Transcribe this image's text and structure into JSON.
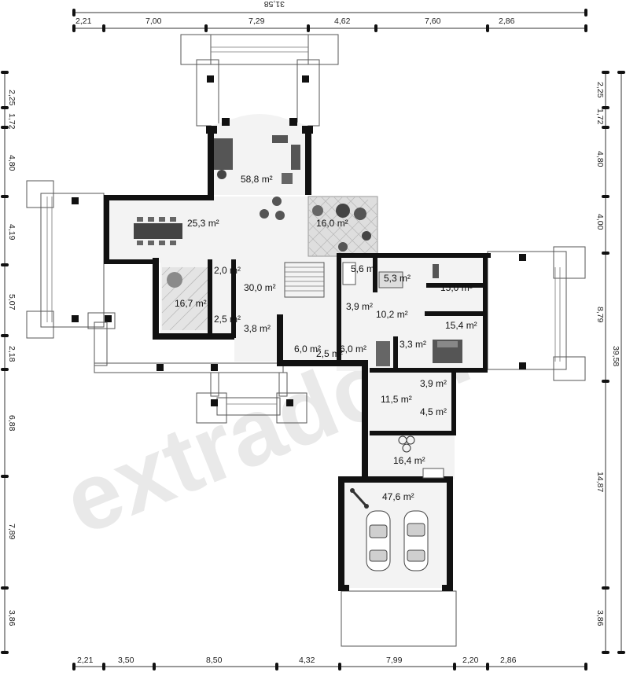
{
  "dimensions": {
    "top_total": "31,58",
    "top_segments": [
      "2,21",
      "7,00",
      "7,29",
      "4,62",
      "7,60",
      "2,86"
    ],
    "bottom_segments": [
      "2,21",
      "3,50",
      "8,50",
      "4,32",
      "7,99",
      "2,20",
      "2,86"
    ],
    "left_segments": [
      "2,25",
      "1,72",
      "4,80",
      "4,19",
      "5,07",
      "2,18",
      "6,88",
      "7,89",
      "3,86"
    ],
    "right_segments": [
      "2,25",
      "1,72",
      "4,80",
      "4,00",
      "8,79",
      "14,87",
      "3,86"
    ],
    "right_total": "39,58"
  },
  "rooms": [
    {
      "id": "living",
      "label": "58,8 m²"
    },
    {
      "id": "terrace",
      "label": "16,0 m²"
    },
    {
      "id": "dining",
      "label": "25,3 m²"
    },
    {
      "id": "wc-a",
      "label": "2,0 m²"
    },
    {
      "id": "kitchen",
      "label": "16,7 m²"
    },
    {
      "id": "pantry",
      "label": "2,5 m²"
    },
    {
      "id": "hall",
      "label": "30,0 m²"
    },
    {
      "id": "vestibule",
      "label": "3,8 m²"
    },
    {
      "id": "bath-a",
      "label": "5,6 m²"
    },
    {
      "id": "bath-b",
      "label": "5,3 m²"
    },
    {
      "id": "bedroom-a",
      "label": "15,0 m²"
    },
    {
      "id": "corridor-a",
      "label": "3,9 m²"
    },
    {
      "id": "corridor-b",
      "label": "10,2 m²"
    },
    {
      "id": "bedroom-b",
      "label": "15,4 m²"
    },
    {
      "id": "closet-a",
      "label": "6,0 m²"
    },
    {
      "id": "wc-b",
      "label": "2,5 m²"
    },
    {
      "id": "closet-b",
      "label": "6,0 m²"
    },
    {
      "id": "dressing",
      "label": "3,3 m²"
    },
    {
      "id": "storage",
      "label": "3,9 m²"
    },
    {
      "id": "hall-b",
      "label": "11,5 m²"
    },
    {
      "id": "laundry",
      "label": "4,5 m²"
    },
    {
      "id": "boiler",
      "label": "16,4 m²"
    },
    {
      "id": "garage",
      "label": "47,6 m²"
    }
  ],
  "watermark": "extradom"
}
